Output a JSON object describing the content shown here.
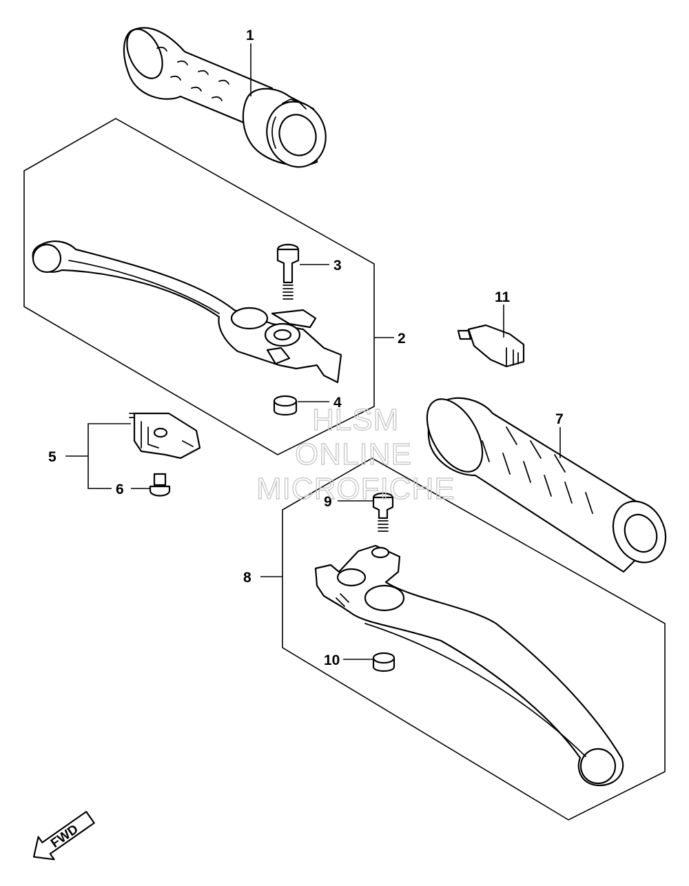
{
  "callouts": {
    "c1": "1",
    "c2": "2",
    "c3": "3",
    "c4": "4",
    "c5": "5",
    "c6": "6",
    "c7": "7",
    "c8": "8",
    "c9": "9",
    "c10": "10",
    "c11": "11"
  },
  "watermark": {
    "line1": "HLSM",
    "line2": "ONLINE",
    "line3": "MICROFICHE"
  },
  "direction_arrow": {
    "label": "FWD"
  },
  "colors": {
    "line": "#000000",
    "background": "#ffffff",
    "watermark": "#c9c9c9"
  }
}
